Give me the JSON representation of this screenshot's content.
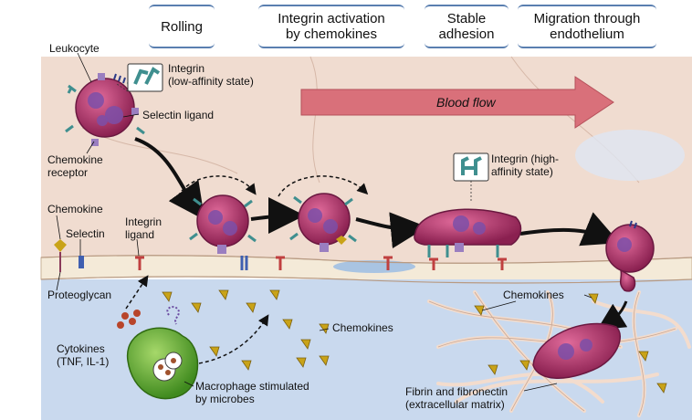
{
  "stages": [
    {
      "label": "Rolling"
    },
    {
      "label": "Integrin activation\nby chemokines"
    },
    {
      "label": "Stable\nadhesion"
    },
    {
      "label": "Migration through\nendothelium"
    }
  ],
  "labels": {
    "leukocyte": "Leukocyte",
    "integrin_low": "Integrin\n(low-affinity state)",
    "selectin_ligand": "Selectin ligand",
    "blood_flow": "Blood flow",
    "chemokine_receptor": "Chemokine\nreceptor",
    "integrin_high": "Integrin (high-\naffinity state)",
    "chemokine": "Chemokine",
    "selectin": "Selectin",
    "integrin_ligand": "Integrin\nligand",
    "proteoglycan": "Proteoglycan",
    "chemokines_right": "Chemokines",
    "chemokines_center": "Chemokines",
    "cytokines": "Cytokines\n(TNF, IL-1)",
    "macrophage": "Macrophage stimulated\nby microbes",
    "fibrin": "Fibrin and fibronectin\n(extracellular matrix)"
  },
  "colors": {
    "vessel_lumen": "#f0dcd0",
    "endothelium": "#f4ead8",
    "tissue": "#c9d9ee",
    "leukocyte": "#b03a6a",
    "macrophage": "#6cb33a",
    "chemokine": "#c9a318",
    "flow_arrow": "#d9707a",
    "integrin": "#3f8f8f"
  }
}
